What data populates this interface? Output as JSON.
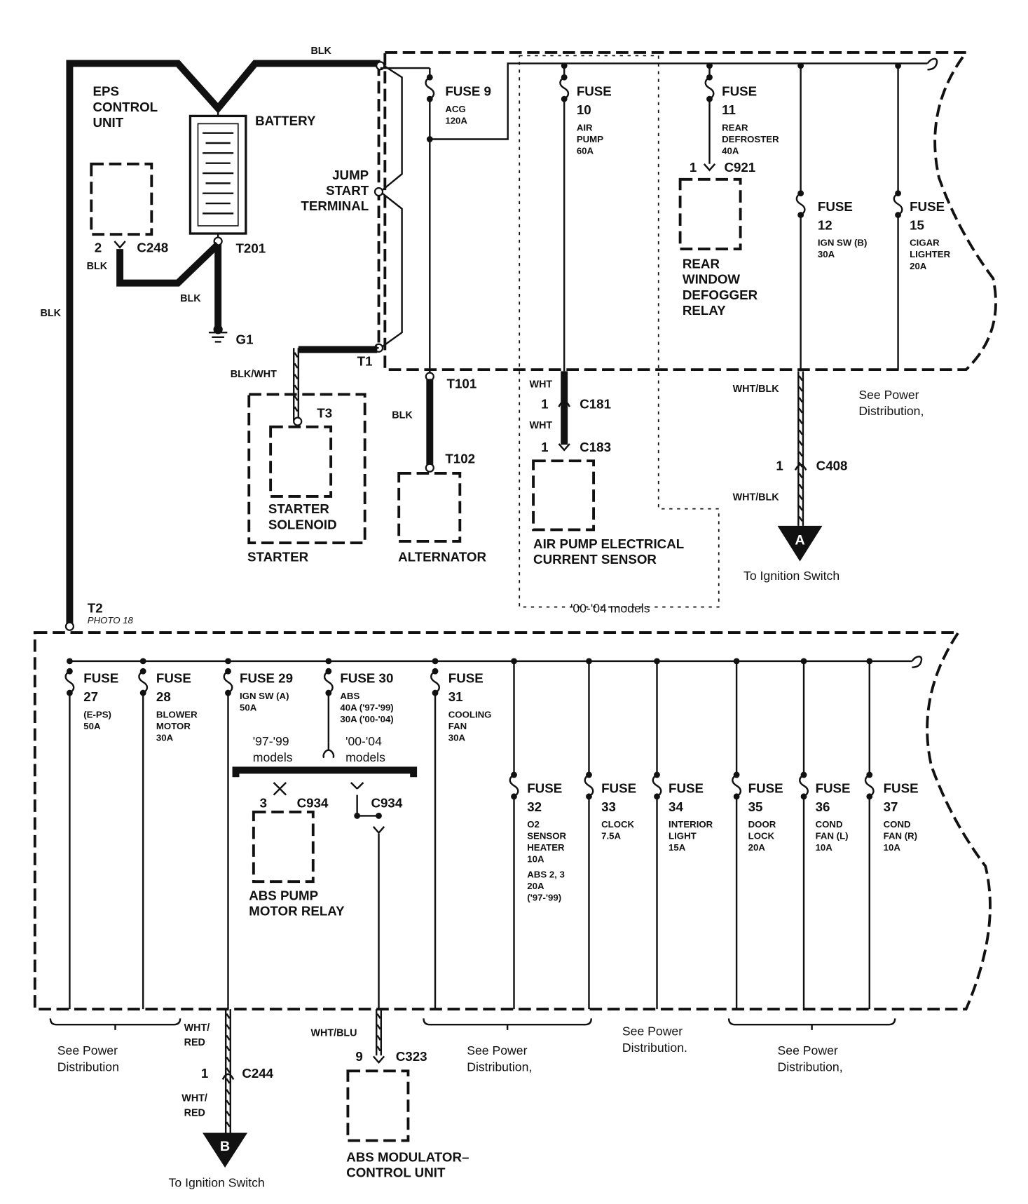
{
  "wire_labels": {
    "blk_top": "BLK",
    "blk_left": "BLK",
    "blk_c248": "BLK",
    "blk_g1": "BLK",
    "blk_wht": "BLK/WHT",
    "blk_alt": "BLK",
    "wht_1": "WHT",
    "wht_2": "WHT",
    "wht_blk_1": "WHT/BLK",
    "wht_blk_2": "WHT/BLK",
    "wht_red_1": [
      "WHT/",
      "RED"
    ],
    "wht_red_2": [
      "WHT/",
      "RED"
    ],
    "wht_blu": "WHT/BLU"
  },
  "components": {
    "eps": [
      "EPS",
      "CONTROL",
      "UNIT"
    ],
    "battery": "BATTERY",
    "jump": [
      "JUMP",
      "START",
      "TERMINAL"
    ],
    "solenoid": [
      "STARTER",
      "SOLENOID"
    ],
    "starter": "STARTER",
    "alternator": "ALTERNATOR",
    "air_pump_sensor": [
      "AIR PUMP ELECTRICAL",
      "CURRENT SENSOR"
    ],
    "defogger": [
      "REAR",
      "WINDOW",
      "DEFOGGER",
      "RELAY"
    ],
    "abs_relay": [
      "ABS PUMP",
      "MOTOR RELAY"
    ],
    "abs_modulator": [
      "ABS MODULATOR–",
      "CONTROL UNIT"
    ]
  },
  "terminals": {
    "t201": "T201",
    "g1": "G1",
    "t1": "T1",
    "t3": "T3",
    "t101": "T101",
    "t102": "T102",
    "t2": "T2",
    "photo": "PHOTO 18"
  },
  "connectors": {
    "c248": {
      "pin": "2",
      "name": "C248"
    },
    "c921": {
      "pin": "1",
      "name": "C921"
    },
    "c181": {
      "pin": "1",
      "name": "C181"
    },
    "c183": {
      "pin": "1",
      "name": "C183"
    },
    "c408": {
      "pin": "1",
      "name": "C408"
    },
    "c934a": {
      "pin": "3",
      "name": "C934"
    },
    "c934b": {
      "name": "C934"
    },
    "c244": {
      "pin": "1",
      "name": "C244"
    },
    "c323": {
      "pin": "9",
      "name": "C323"
    }
  },
  "notes": {
    "see_pd_upper": [
      "See Power",
      "Distribution,"
    ],
    "to_ign_a": "To Ignition Switch",
    "to_ign_b": "To Ignition Switch",
    "marker_a": "A",
    "marker_b": "B",
    "models_00_04_box": "'00-'04 models",
    "models_97": [
      "'97-'99",
      "models"
    ],
    "models_00": [
      "'00-'04",
      "models"
    ],
    "see_pd_1": [
      "See Power",
      "Distribution"
    ],
    "see_pd_2": [
      "See Power",
      "Distribution,"
    ],
    "see_pd_3": [
      "See Power",
      "Distribution."
    ],
    "see_pd_4": [
      "See Power",
      "Distribution,"
    ]
  },
  "fuses": {
    "f9": {
      "big": [
        "FUSE 9"
      ],
      "small": [
        "ACG",
        "120A"
      ]
    },
    "f10": {
      "big": [
        "FUSE",
        "10"
      ],
      "small": [
        "AIR",
        "PUMP",
        "60A"
      ]
    },
    "f11": {
      "big": [
        "FUSE",
        "11"
      ],
      "small": [
        "REAR",
        "DEFROSTER",
        "40A"
      ]
    },
    "f12": {
      "big": [
        "FUSE",
        "12"
      ],
      "small": [
        "IGN SW (B)",
        "30A"
      ]
    },
    "f15": {
      "big": [
        "FUSE",
        "15"
      ],
      "small": [
        "CIGAR",
        "LIGHTER",
        "20A"
      ]
    },
    "f27": {
      "big": [
        "FUSE",
        "27"
      ],
      "small": [
        "(E-PS)",
        "50A"
      ]
    },
    "f28": {
      "big": [
        "FUSE",
        "28"
      ],
      "small": [
        "BLOWER",
        "MOTOR",
        "30A"
      ]
    },
    "f29": {
      "big": [
        "FUSE 29"
      ],
      "small": [
        "IGN SW (A)",
        "50A"
      ]
    },
    "f30": {
      "big": [
        "FUSE 30"
      ],
      "small": [
        "ABS",
        "40A ('97-'99)",
        "30A ('00-'04)"
      ]
    },
    "f31": {
      "big": [
        "FUSE",
        "31"
      ],
      "small": [
        "COOLING",
        "FAN",
        "30A"
      ]
    },
    "f32": {
      "big": [
        "FUSE",
        "32"
      ],
      "small": [
        "O2",
        "SENSOR",
        "HEATER",
        "10A",
        "ABS 2, 3",
        "20A",
        "('97-'99)"
      ]
    },
    "f33": {
      "big": [
        "FUSE",
        "33"
      ],
      "small": [
        "CLOCK",
        "7.5A"
      ]
    },
    "f34": {
      "big": [
        "FUSE",
        "34"
      ],
      "small": [
        "INTERIOR",
        "LIGHT",
        "15A"
      ]
    },
    "f35": {
      "big": [
        "FUSE",
        "35"
      ],
      "small": [
        "DOOR",
        "LOCK",
        "20A"
      ]
    },
    "f36": {
      "big": [
        "FUSE",
        "36"
      ],
      "small": [
        "COND",
        "FAN (L)",
        "10A"
      ]
    },
    "f37": {
      "big": [
        "FUSE",
        "37"
      ],
      "small": [
        "COND",
        "FAN (R)",
        "10A"
      ]
    }
  }
}
